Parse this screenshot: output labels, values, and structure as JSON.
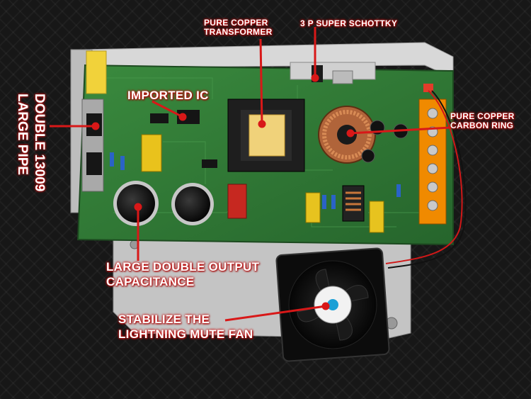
{
  "callouts": {
    "transformer": "PURE COPPER\nTRANSFORMER",
    "schottky": "3 P SUPER SCHOTTKY",
    "imported_ic": "IMPORTED IC",
    "carbon_ring": "PURE COPPER\nCARBON RING",
    "large_pipe_line1": "DOUBLE 13009",
    "large_pipe_line2": "LARGE PIPE",
    "capacitance": "LARGE DOUBLE OUTPUT\nCAPACITANCE",
    "fan": "STABILIZE THE\nLIGHTNING MUTE FAN"
  },
  "colors": {
    "pcb": "#2f7a36",
    "callout_red": "#d81818",
    "terminal_orange": "#f08a00",
    "chassis": "#c9c9c9"
  }
}
